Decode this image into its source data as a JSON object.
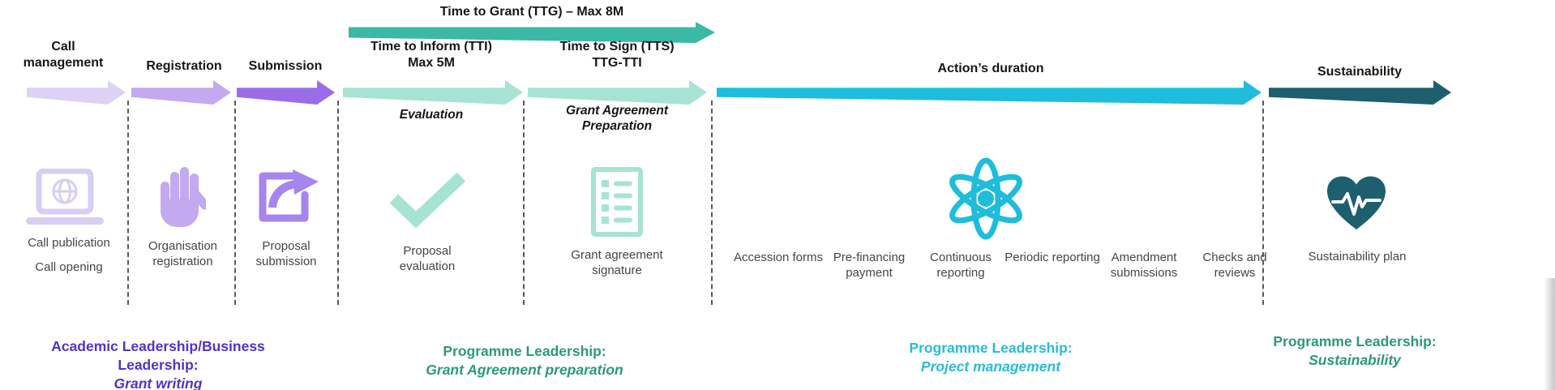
{
  "top_arrow": {
    "label": "Time to Grant (TTG) – Max 8M",
    "color": "#3BB9A4"
  },
  "stages": {
    "call_management": {
      "label": "Call management",
      "arrow_color": "#DDD2F5",
      "icon": "laptop-globe-icon",
      "icon_color": "#D8CDF3",
      "captions": [
        "Call publication",
        "Call opening"
      ]
    },
    "registration": {
      "label": "Registration",
      "arrow_color": "#C3A9F0",
      "icon": "raised-hand-icon",
      "icon_color": "#C3A9F0",
      "caption": "Organisation registration"
    },
    "submission": {
      "label": "Submission",
      "arrow_color": "#9B6CE8",
      "icon": "share-icon",
      "icon_color": "#A685ED",
      "caption": "Proposal submission"
    },
    "time_to_inform": {
      "label_line1": "Time to Inform (TTI)",
      "label_line2": "Max 5M",
      "phase_name": "Evaluation",
      "arrow_color": "#A7E3D3",
      "icon": "checkmark-icon",
      "icon_color": "#A7E3D3",
      "caption": "Proposal evaluation"
    },
    "time_to_sign": {
      "label_line1": "Time to Sign (TTS)",
      "label_line2": "TTG-TTI",
      "phase_name_line1": "Grant Agreement",
      "phase_name_line2": "Preparation",
      "arrow_color": "#A7E3D3",
      "icon": "checklist-icon",
      "icon_color": "#A7E3D3",
      "caption": "Grant agreement signature"
    },
    "action_duration": {
      "label": "Action’s duration",
      "arrow_color": "#1FBCDB",
      "icon": "atom-icon",
      "icon_color": "#1FBCDB",
      "captions": [
        "Accession forms",
        "Pre-financing payment",
        "Continuous reporting",
        "Periodic reporting",
        "Amendment submissions",
        "Checks and reviews"
      ]
    },
    "sustainability": {
      "label": "Sustainability",
      "arrow_color": "#1D5F6E",
      "icon": "heart-pulse-icon",
      "icon_color": "#1D5F6E",
      "caption": "Sustainability plan"
    }
  },
  "leadership": [
    {
      "role": "Academic Leadership/Business Leadership:",
      "activity": "Grant writing",
      "color": "#5233C8"
    },
    {
      "role": "Programme Leadership:",
      "activity": "Grant Agreement preparation",
      "color": "#2B9B72"
    },
    {
      "role": "Programme Leadership:",
      "activity": "Project management",
      "color": "#28BCD8"
    },
    {
      "role": "Programme Leadership:",
      "activity": "Sustainability",
      "color": "#2B9B72"
    }
  ]
}
